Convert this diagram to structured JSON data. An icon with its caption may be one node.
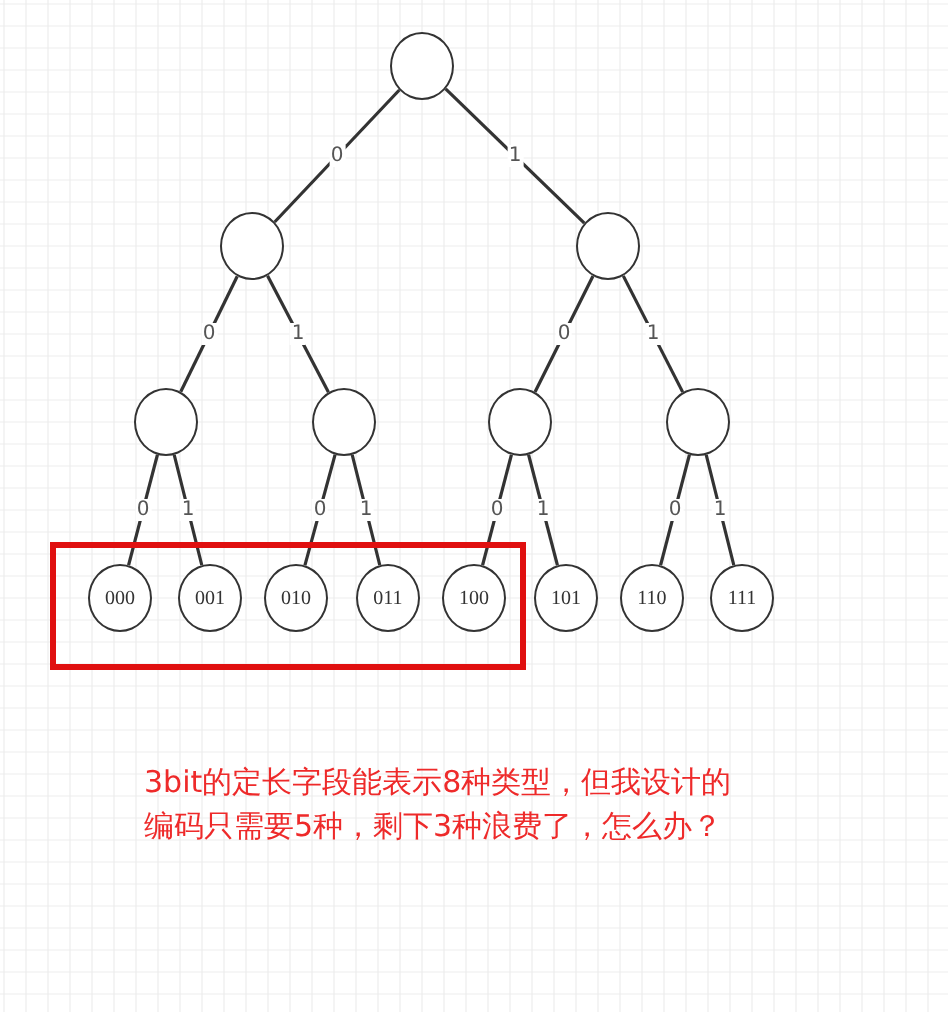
{
  "diagram": {
    "nodes": [
      {
        "text": [],
        "shape": "circle"
      },
      {
        "text": [],
        "shape": "circle"
      },
      {
        "text": [],
        "shape": "circle"
      },
      {
        "text": [],
        "shape": "circle"
      },
      {
        "text": [],
        "shape": "circle"
      },
      {
        "text": [],
        "shape": "circle"
      },
      {
        "text": [],
        "shape": "circle"
      },
      {
        "text": [],
        "shape": "box"
      },
      {
        "text": [
          "000"
        ],
        "in": 7
      },
      {
        "text": [
          "001"
        ],
        "in": 7
      },
      {
        "text": [
          "010"
        ],
        "in": 7
      },
      {
        "text": [
          "011"
        ],
        "in": 7
      },
      {
        "text": [
          "100"
        ],
        "in": 7
      },
      {
        "text": [
          "101"
        ]
      },
      {
        "text": [
          "110"
        ]
      },
      {
        "text": [
          "111"
        ]
      }
    ],
    "edges": [
      {
        "from": 0,
        "to": 1,
        "arrow": "none",
        "label": "0"
      },
      {
        "from": 0,
        "to": 2,
        "arrow": "none",
        "label": "1"
      },
      {
        "from": 1,
        "to": 3,
        "arrow": "none",
        "label": "0"
      },
      {
        "from": 1,
        "to": 4,
        "arrow": "none",
        "label": "1"
      },
      {
        "from": 2,
        "to": 5,
        "arrow": "none",
        "label": "0"
      },
      {
        "from": 2,
        "to": 6,
        "arrow": "none",
        "label": "1"
      },
      {
        "from": 3,
        "to": 8,
        "arrow": "none",
        "label": "0"
      },
      {
        "from": 3,
        "to": 9,
        "arrow": "none",
        "label": "1"
      },
      {
        "from": 4,
        "to": 10,
        "arrow": "none",
        "label": "0"
      },
      {
        "from": 4,
        "to": 11,
        "arrow": "none",
        "label": "1"
      },
      {
        "from": 5,
        "to": 12,
        "arrow": "none",
        "label": "0"
      },
      {
        "from": 5,
        "to": 13,
        "arrow": "none",
        "label": "1"
      },
      {
        "from": 6,
        "to": 14,
        "arrow": "none",
        "label": "0"
      },
      {
        "from": 6,
        "to": 15,
        "arrow": "none",
        "label": "1"
      }
    ],
    "labels": [
      "3bit的定长字段能表示8种类型，但我设计的编码只需要5种，剩下3种浪费了，怎么办？"
    ]
  }
}
